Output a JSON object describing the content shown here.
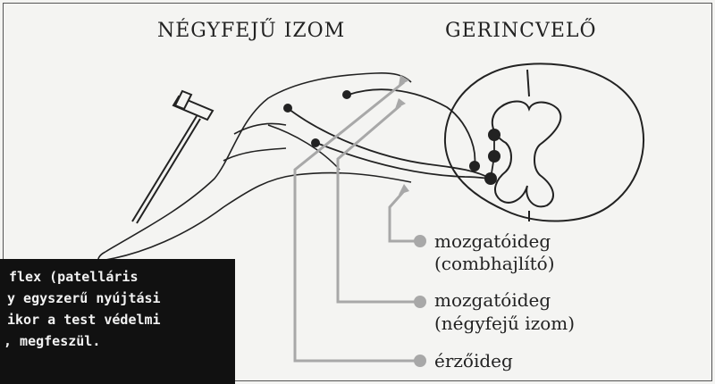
{
  "headings": {
    "muscle": "NÉGYFEJŰ IZOM",
    "spinal_cord": "GERINCVELŐ"
  },
  "legend": [
    {
      "line1": "mozgatóideg",
      "line2": "(combhajlító)"
    },
    {
      "line1": "mozgatóideg",
      "line2": "(négyfejű izom)"
    },
    {
      "line1": "érzőideg",
      "line2": ""
    }
  ],
  "caption": {
    "lines": [
      "flex (patelláris",
      "y egyszerű nyújtási",
      "ikor a test védelmi",
      ", megfeszül."
    ]
  },
  "colors": {
    "nerve_gray": "#a8a8a8",
    "line_dark": "#222222",
    "caption_bg": "#111111"
  }
}
